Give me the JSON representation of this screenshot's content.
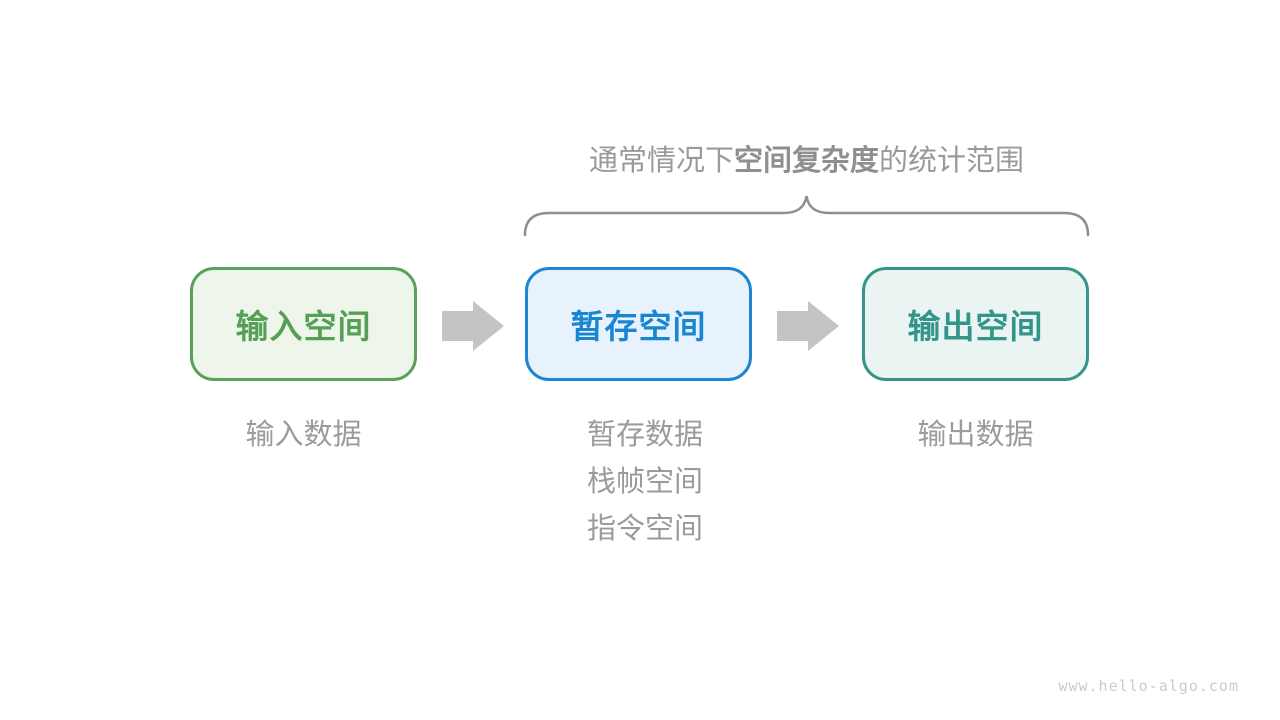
{
  "title": {
    "prefix": "通常情况下",
    "bold": "空间复杂度",
    "suffix": "的统计范围"
  },
  "boxes": [
    {
      "id": "input-space",
      "label": "输入空间",
      "border_color": "#5ba05b",
      "fill_color": "#eef5ea",
      "text_color": "#55a055"
    },
    {
      "id": "temp-space",
      "label": "暂存空间",
      "border_color": "#1e86d1",
      "fill_color": "#e7f2fc",
      "text_color": "#1986d1"
    },
    {
      "id": "output-space",
      "label": "输出空间",
      "border_color": "#37948a",
      "fill_color": "#eaf4f2",
      "text_color": "#32948a"
    }
  ],
  "captions": {
    "input": "输入数据",
    "temp": [
      "暂存数据",
      "栈帧空间",
      "指令空间"
    ],
    "output": "输出数据"
  },
  "icons": {
    "brace": "curly-brace-top",
    "arrow": "right-block-arrow"
  },
  "colors": {
    "background": "#ffffff",
    "title_text": "#9a9a9a",
    "caption_text": "#9b9b9b",
    "brace_stroke": "#8e8e8e",
    "arrow_fill": "#c4c4c4",
    "watermark_text": "#cbcbcb"
  },
  "watermark": "www.hello-algo.com"
}
